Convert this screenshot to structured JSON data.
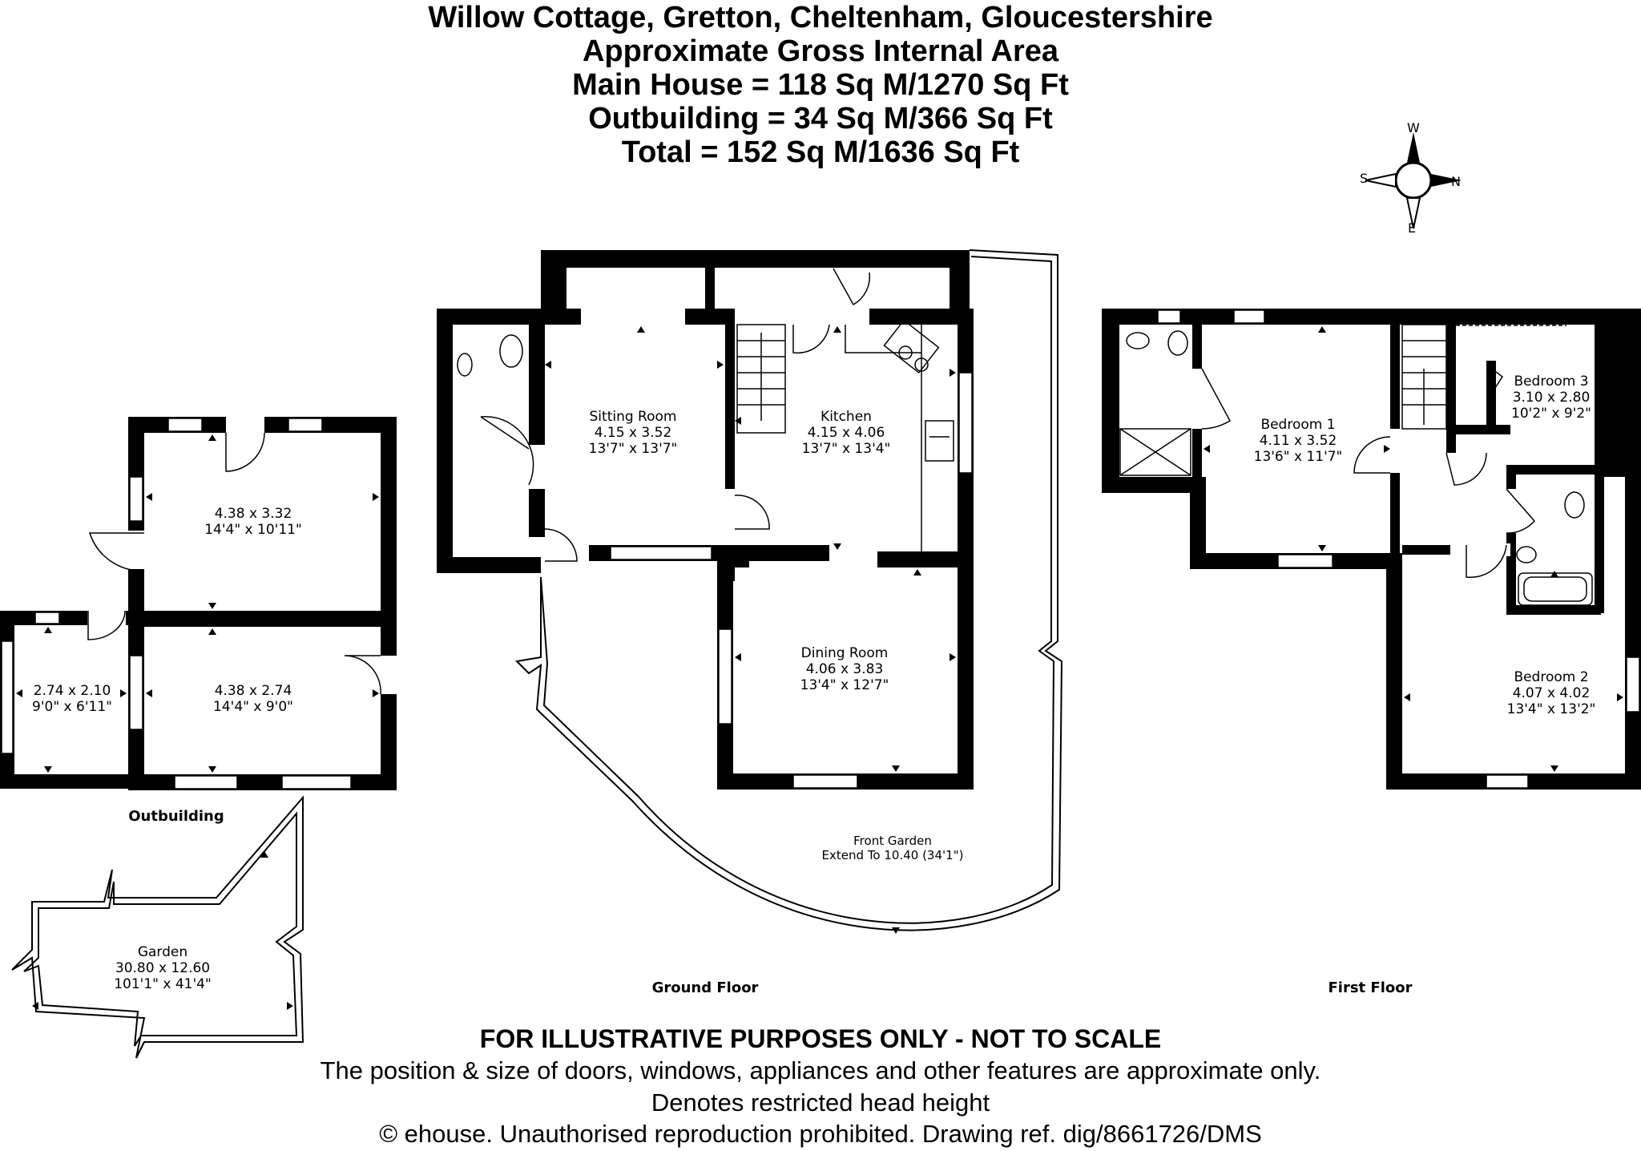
{
  "header": {
    "line1": "Willow Cottage, Gretton, Cheltenham, Gloucestershire",
    "line2": "Approximate Gross Internal Area",
    "line3": "Main House = 118 Sq M/1270 Sq Ft",
    "line4": "Outbuilding = 34 Sq M/366 Sq Ft",
    "line5": "Total = 152 Sq M/1636 Sq Ft"
  },
  "compass": {
    "n": "N",
    "s": "S",
    "e": "E",
    "w": "W"
  },
  "outbuilding": {
    "label": "Outbuilding",
    "room_top": {
      "metric": "4.38 x 3.32",
      "imperial": "14'4\" x 10'11\""
    },
    "room_small": {
      "metric": "2.74 x 2.10",
      "imperial": "9'0\" x 6'11\""
    },
    "room_bottom": {
      "metric": "4.38 x 2.74",
      "imperial": "14'4\" x 9'0\""
    },
    "garden": {
      "name": "Garden",
      "metric": "30.80 x 12.60",
      "imperial": "101'1\" x 41'4\""
    }
  },
  "ground_floor": {
    "label": "Ground Floor",
    "sitting_room": {
      "name": "Sitting Room",
      "metric": "4.15 x 3.52",
      "imperial": "13'7\" x 13'7\""
    },
    "kitchen": {
      "name": "Kitchen",
      "metric": "4.15 x 4.06",
      "imperial": "13'7\" x 13'4\""
    },
    "dining_room": {
      "name": "Dining Room",
      "metric": "4.06 x 3.83",
      "imperial": "13'4\" x 12'7\""
    },
    "front_garden": {
      "name": "Front Garden",
      "extent": "Extend To 10.40 (34'1\")"
    }
  },
  "first_floor": {
    "label": "First Floor",
    "bedroom1": {
      "name": "Bedroom 1",
      "metric": "4.11 x 3.52",
      "imperial": "13'6\" x 11'7\""
    },
    "bedroom2": {
      "name": "Bedroom 2",
      "metric": "4.07 x 4.02",
      "imperial": "13'4\" x 13'2\""
    },
    "bedroom3": {
      "name": "Bedroom 3",
      "metric": "3.10 x 2.80",
      "imperial": "10'2\" x 9'2\""
    }
  },
  "footer": {
    "disclaimer": "FOR ILLUSTRATIVE PURPOSES ONLY - NOT TO SCALE",
    "note": "The position & size of doors, windows, appliances and other features are approximate only.",
    "restricted": "Denotes restricted head height",
    "copyright": "© ehouse. Unauthorised reproduction prohibited. Drawing ref. dig/8661726/DMS"
  }
}
